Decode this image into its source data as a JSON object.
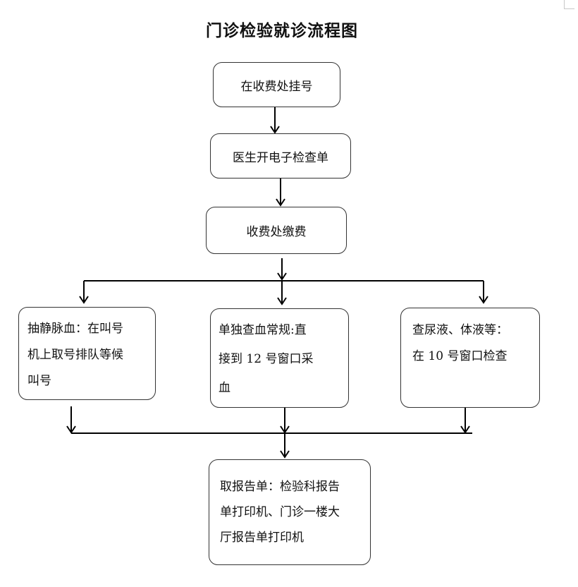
{
  "title": "门诊检验就诊流程图",
  "colors": {
    "line": "#000000",
    "border": "#333333",
    "background": "#ffffff"
  },
  "steps": {
    "register": "在收费处挂号",
    "order": "医生开电子检查单",
    "pay": "收费处缴费",
    "blood": [
      "抽静脉血：在叫号",
      "机上取号排队等候",
      "叫号"
    ],
    "routine": [
      "单独查血常规:直",
      "接到 12 号窗口采",
      "血"
    ],
    "urine": [
      "查尿液、体液等：",
      "在 10 号窗口检查"
    ],
    "report": [
      "取报告单：检验科报告",
      "单打印机、门诊一楼大",
      "厅报告单打印机"
    ]
  }
}
